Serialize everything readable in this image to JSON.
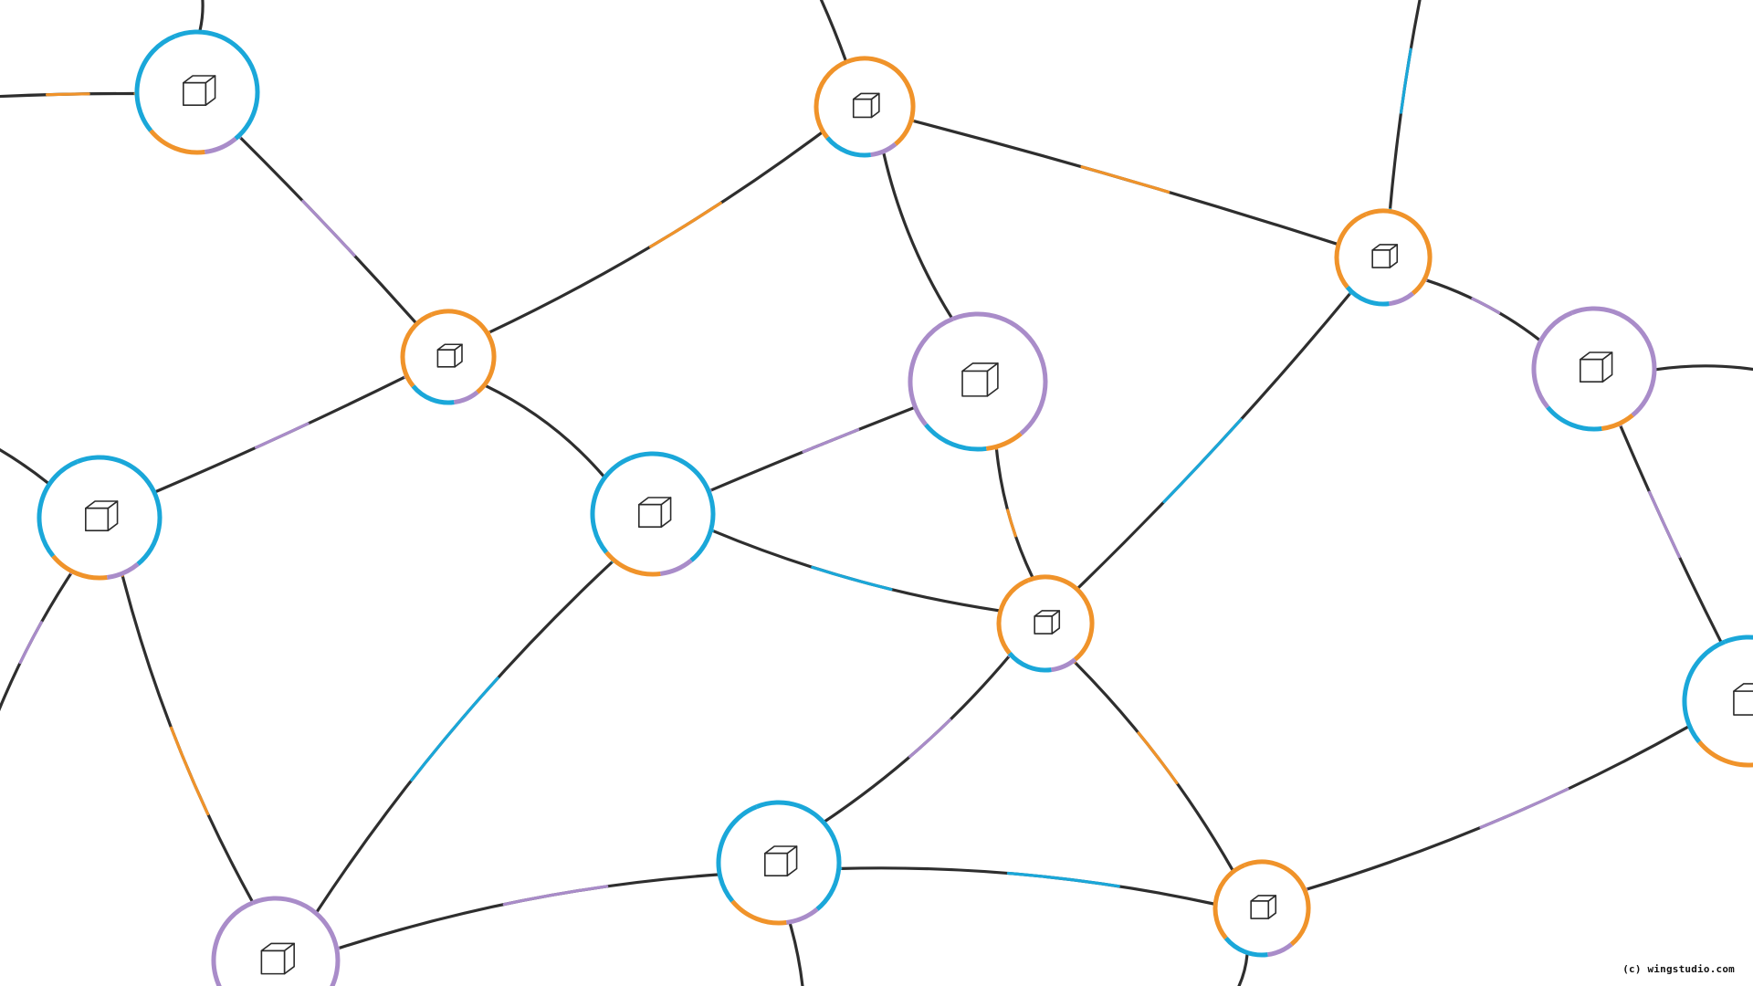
{
  "colors": {
    "dark": "#2e2e2e",
    "blue": "#1aa7d9",
    "orange": "#f0932a",
    "purple": "#a98cc9",
    "background": "#ffffff"
  },
  "nodes": [
    {
      "id": "n01",
      "ring": [
        "blue",
        "orange",
        "purple",
        "blue"
      ]
    },
    {
      "id": "n02",
      "ring": [
        "orange",
        "blue",
        "purple",
        "orange"
      ]
    },
    {
      "id": "n03",
      "ring": [
        "orange",
        "blue",
        "purple",
        "orange"
      ]
    },
    {
      "id": "n04",
      "ring": [
        "blue",
        "orange",
        "purple",
        "blue"
      ]
    },
    {
      "id": "n05",
      "ring": [
        "purple",
        "blue",
        "orange",
        "purple"
      ]
    },
    {
      "id": "n06",
      "ring": [
        "blue",
        "orange",
        "purple",
        "blue"
      ]
    },
    {
      "id": "n07",
      "ring": [
        "orange",
        "blue",
        "purple",
        "orange"
      ]
    },
    {
      "id": "n08",
      "ring": [
        "blue",
        "orange",
        "purple",
        "blue"
      ]
    },
    {
      "id": "n09",
      "ring": [
        "orange",
        "blue",
        "purple",
        "orange"
      ]
    },
    {
      "id": "n10",
      "ring": [
        "purple",
        "blue",
        "orange",
        "purple"
      ]
    },
    {
      "id": "n11",
      "ring": [
        "blue",
        "orange",
        "purple",
        "blue"
      ]
    },
    {
      "id": "n12",
      "ring": [
        "orange",
        "blue",
        "purple",
        "orange"
      ]
    },
    {
      "id": "n13",
      "ring": [
        "purple",
        "blue",
        "orange",
        "purple"
      ]
    }
  ],
  "edges": [
    {
      "from": "n01",
      "to": "n03",
      "accent": "purple"
    },
    {
      "from": "n03",
      "to": "n02",
      "accent": "orange"
    },
    {
      "from": "n02",
      "to": "n05",
      "accent": "dark"
    },
    {
      "from": "n02",
      "to": "n09",
      "accent": "orange"
    },
    {
      "from": "n09",
      "to": "n10",
      "accent": "purple"
    },
    {
      "from": "n03",
      "to": "n04",
      "accent": "purple"
    },
    {
      "from": "n03",
      "to": "n06",
      "accent": "dark"
    },
    {
      "from": "n06",
      "to": "n05",
      "accent": "purple"
    },
    {
      "from": "n06",
      "to": "n07",
      "accent": "blue"
    },
    {
      "from": "n05",
      "to": "n07",
      "accent": "orange"
    },
    {
      "from": "n09",
      "to": "n07",
      "accent": "blue"
    },
    {
      "from": "n10",
      "to": "n11",
      "accent": "purple"
    },
    {
      "from": "n04",
      "to": "n13",
      "accent": "orange"
    },
    {
      "from": "n06",
      "to": "n13",
      "accent": "blue"
    },
    {
      "from": "n07",
      "to": "n08",
      "accent": "purple"
    },
    {
      "from": "n07",
      "to": "n12",
      "accent": "orange"
    },
    {
      "from": "n13",
      "to": "n08",
      "accent": "purple"
    },
    {
      "from": "n08",
      "to": "n12",
      "accent": "blue"
    },
    {
      "from": "n12",
      "to": "n11",
      "accent": "purple"
    },
    {
      "from": "n01",
      "to": "left-top",
      "accent": "orange"
    },
    {
      "from": "n01",
      "to": "top-1",
      "accent": "dark"
    },
    {
      "from": "n02",
      "to": "top-2",
      "accent": "dark"
    },
    {
      "from": "n09",
      "to": "top-3",
      "accent": "blue"
    },
    {
      "from": "n10",
      "to": "right-1",
      "accent": "dark"
    },
    {
      "from": "n04",
      "to": "left-mid",
      "accent": "dark"
    },
    {
      "from": "n04",
      "to": "left-low",
      "accent": "purple"
    },
    {
      "from": "n08",
      "to": "bottom-1",
      "accent": "dark"
    },
    {
      "from": "n12",
      "to": "bottom-2",
      "accent": "dark"
    }
  ],
  "credit": "(c) wingstudio.com"
}
